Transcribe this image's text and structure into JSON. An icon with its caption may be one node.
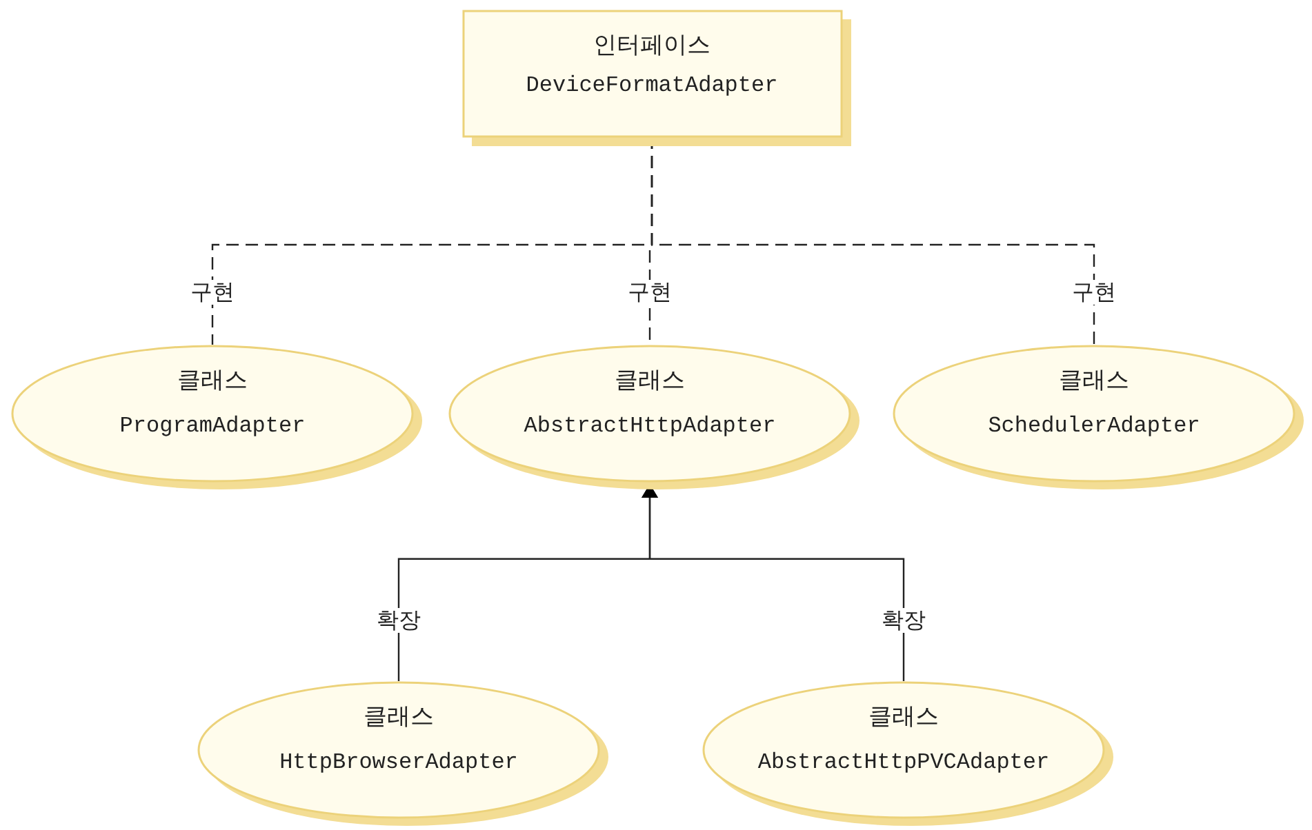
{
  "diagram": {
    "nodes": [
      {
        "text": [
          "인터페이스",
          "DeviceFormatAdapter"
        ]
      },
      {
        "text": [
          "클래스",
          "ProgramAdapter"
        ]
      },
      {
        "text": [
          "클래스",
          "AbstractHttpAdapter"
        ]
      },
      {
        "text": [
          "클래스",
          "SchedulerAdapter"
        ]
      },
      {
        "text": [
          "클래스",
          "HttpBrowserAdapter"
        ]
      },
      {
        "text": [
          "클래스",
          "AbstractHttpPVCAdapter"
        ]
      }
    ],
    "edges": [
      {
        "from": 1,
        "to": 0,
        "arrow": "none",
        "label": "구현",
        "style": "dashed"
      },
      {
        "from": 2,
        "to": 0,
        "arrow": "none",
        "label": "구현",
        "style": "dashed"
      },
      {
        "from": 3,
        "to": 0,
        "arrow": "none",
        "label": "구현",
        "style": "dashed"
      },
      {
        "from": 4,
        "to": 2,
        "arrow": "to",
        "label": "확장"
      },
      {
        "from": 5,
        "to": 2,
        "arrow": "to",
        "label": "확장"
      }
    ]
  }
}
